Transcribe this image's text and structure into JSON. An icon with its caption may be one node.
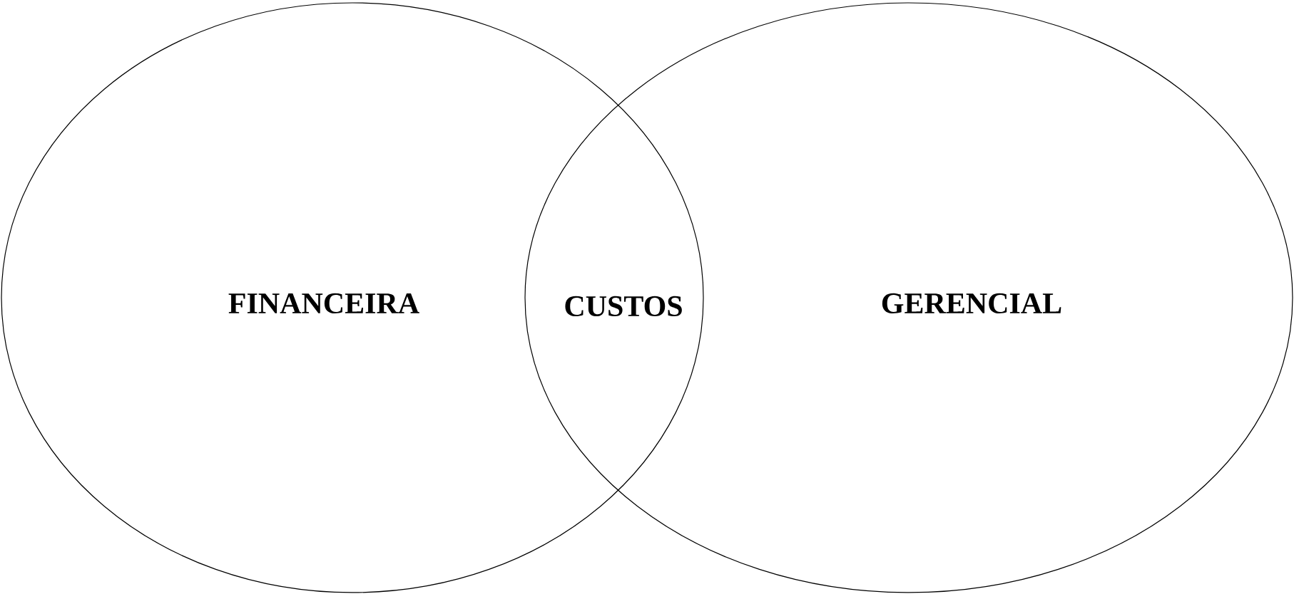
{
  "diagram": {
    "nodes": [
      {
        "text": [
          "FINANCEIRA"
        ]
      },
      {
        "text": [
          "GERENCIAL"
        ]
      }
    ],
    "labels": [
      "CUSTOS"
    ]
  }
}
